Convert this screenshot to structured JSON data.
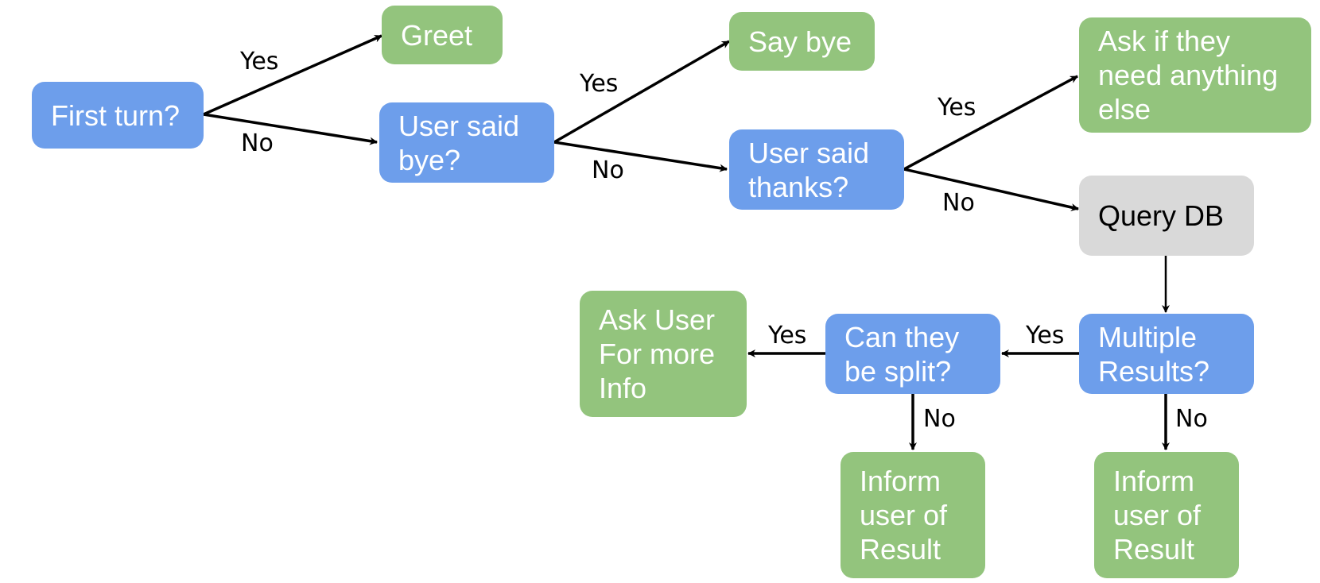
{
  "nodes": {
    "first_turn": "First turn?",
    "greet": "Greet",
    "user_said_bye": "User said\nbye?",
    "say_bye": "Say bye",
    "user_said_thanks": "User said\nthanks?",
    "ask_anything_else": "Ask if they\nneed anything\nelse",
    "query_db": "Query DB",
    "multiple_results": "Multiple\nResults?",
    "can_split": "Can they\nbe split?",
    "ask_more_info": "Ask User\nFor more\nInfo",
    "inform_result_split": "Inform\nuser of\nResult",
    "inform_result_multiple": "Inform\nuser of\nResult"
  },
  "edge_labels": {
    "first_turn_yes": "Yes",
    "first_turn_no": "No",
    "bye_yes": "Yes",
    "bye_no": "No",
    "thanks_yes": "Yes",
    "thanks_no": "No",
    "multiple_yes": "Yes",
    "multiple_no": "No",
    "split_yes": "Yes",
    "split_no": "No"
  },
  "colors": {
    "decision": "#6d9eeb",
    "action": "#93c47d",
    "process": "#d9d9d9",
    "edge": "#000000"
  }
}
